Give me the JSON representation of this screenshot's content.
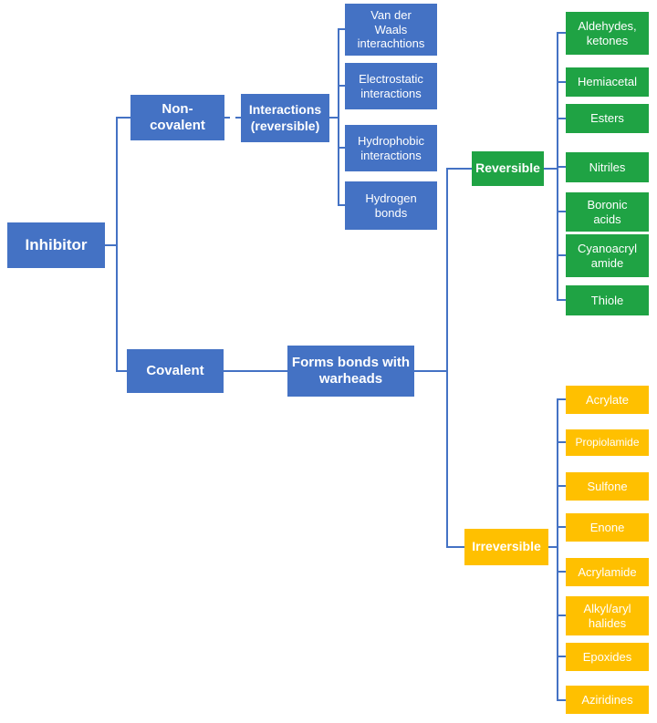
{
  "title": "Inhibitor classification diagram",
  "colors": {
    "blue": "#4472C4",
    "green": "#1FA344",
    "gold": "#FFC000",
    "connector": "#4472C4"
  },
  "nodes": {
    "inhibitor": "Inhibitor",
    "noncovalent": "Non-\ncovalent",
    "interactions": "Interactions\n(reversible)",
    "vdw": "Van der\nWaals\ninterachtions",
    "electrostatic": "Electrostatic\ninteractions",
    "hydrophobic": "Hydrophobic\ninteractions",
    "hbonds": "Hydrogen\nbonds",
    "covalent": "Covalent",
    "warheads": "Forms bonds with\nwarheads",
    "reversible": "Reversible",
    "irreversible": "Irreversible",
    "rev_items": [
      "Aldehydes,\nketones",
      "Hemiacetal",
      "Esters",
      "Nitriles",
      "Boronic\nacids",
      "Cyanoacryl\namide",
      "Thiole"
    ],
    "irrev_items": [
      "Acrylate",
      "Propiolamide",
      "Sulfone",
      "Enone",
      "Acrylamide",
      "Alkyl/aryl\nhalides",
      "Epoxides",
      "Aziridines"
    ]
  }
}
